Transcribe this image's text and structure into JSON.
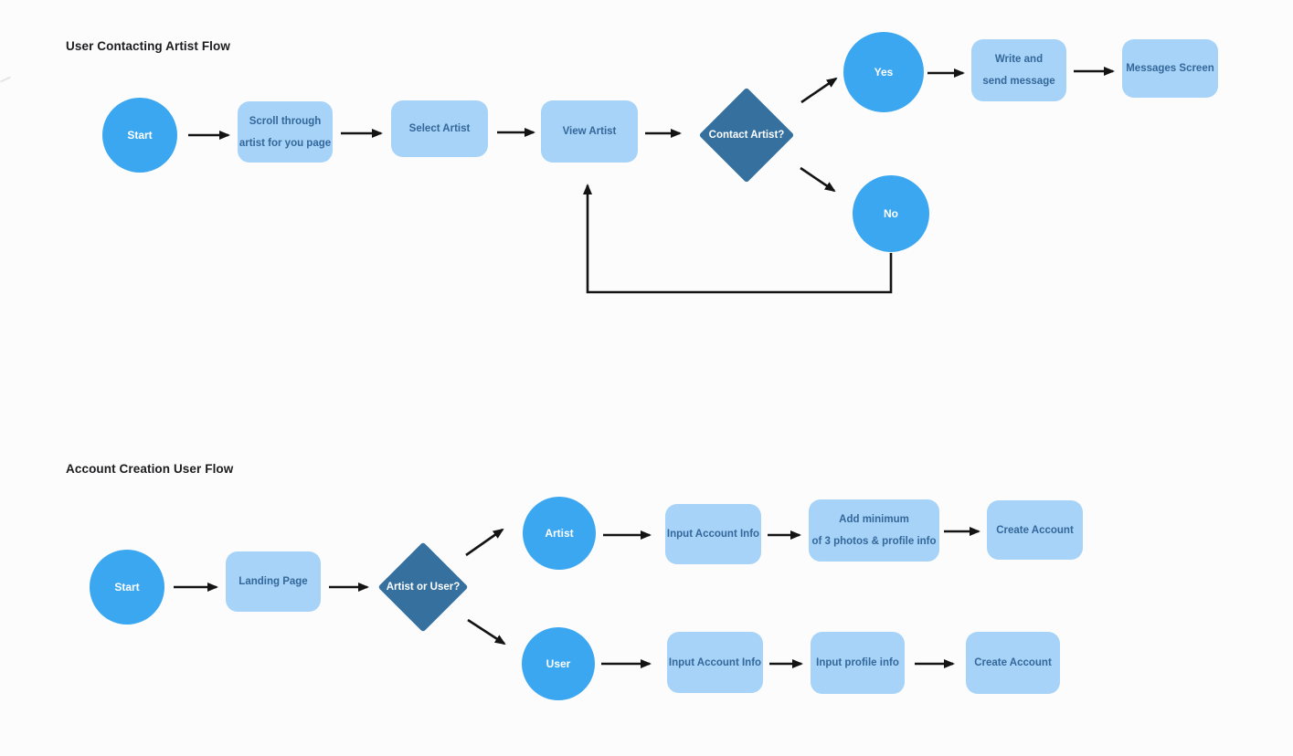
{
  "colors": {
    "background": "#fcfcfc",
    "circle_fill": "#3BA7F0",
    "box_fill": "#A6D3F7",
    "diamond_fill": "#35709F",
    "box_text": "#34689B",
    "shape_text": "#ffffff",
    "arrow": "#141414",
    "title": "#1c1c1e"
  },
  "flow1": {
    "title": "User Contacting Artist Flow",
    "nodes": {
      "start": "Start",
      "scroll": {
        "line1": "Scroll through",
        "line2": "artist for you page"
      },
      "select": "Select Artist",
      "view": "View Artist",
      "decision": "Contact Artist?",
      "yes": "Yes",
      "no": "No",
      "write": {
        "line1": "Write and",
        "line2": "send message"
      },
      "messages": "Messages Screen"
    }
  },
  "flow2": {
    "title": "Account Creation User Flow",
    "nodes": {
      "start": "Start",
      "landing": "Landing Page",
      "decision": "Artist or User?",
      "artist": "Artist",
      "artist_input": "Input Account Info",
      "add_min": {
        "line1": "Add minimum",
        "line2": "of 3 photos & profile info"
      },
      "artist_create": "Create Account",
      "user": "User",
      "user_input": "Input Account Info",
      "user_profile": "Input profile info",
      "user_create": "Create Account"
    }
  }
}
